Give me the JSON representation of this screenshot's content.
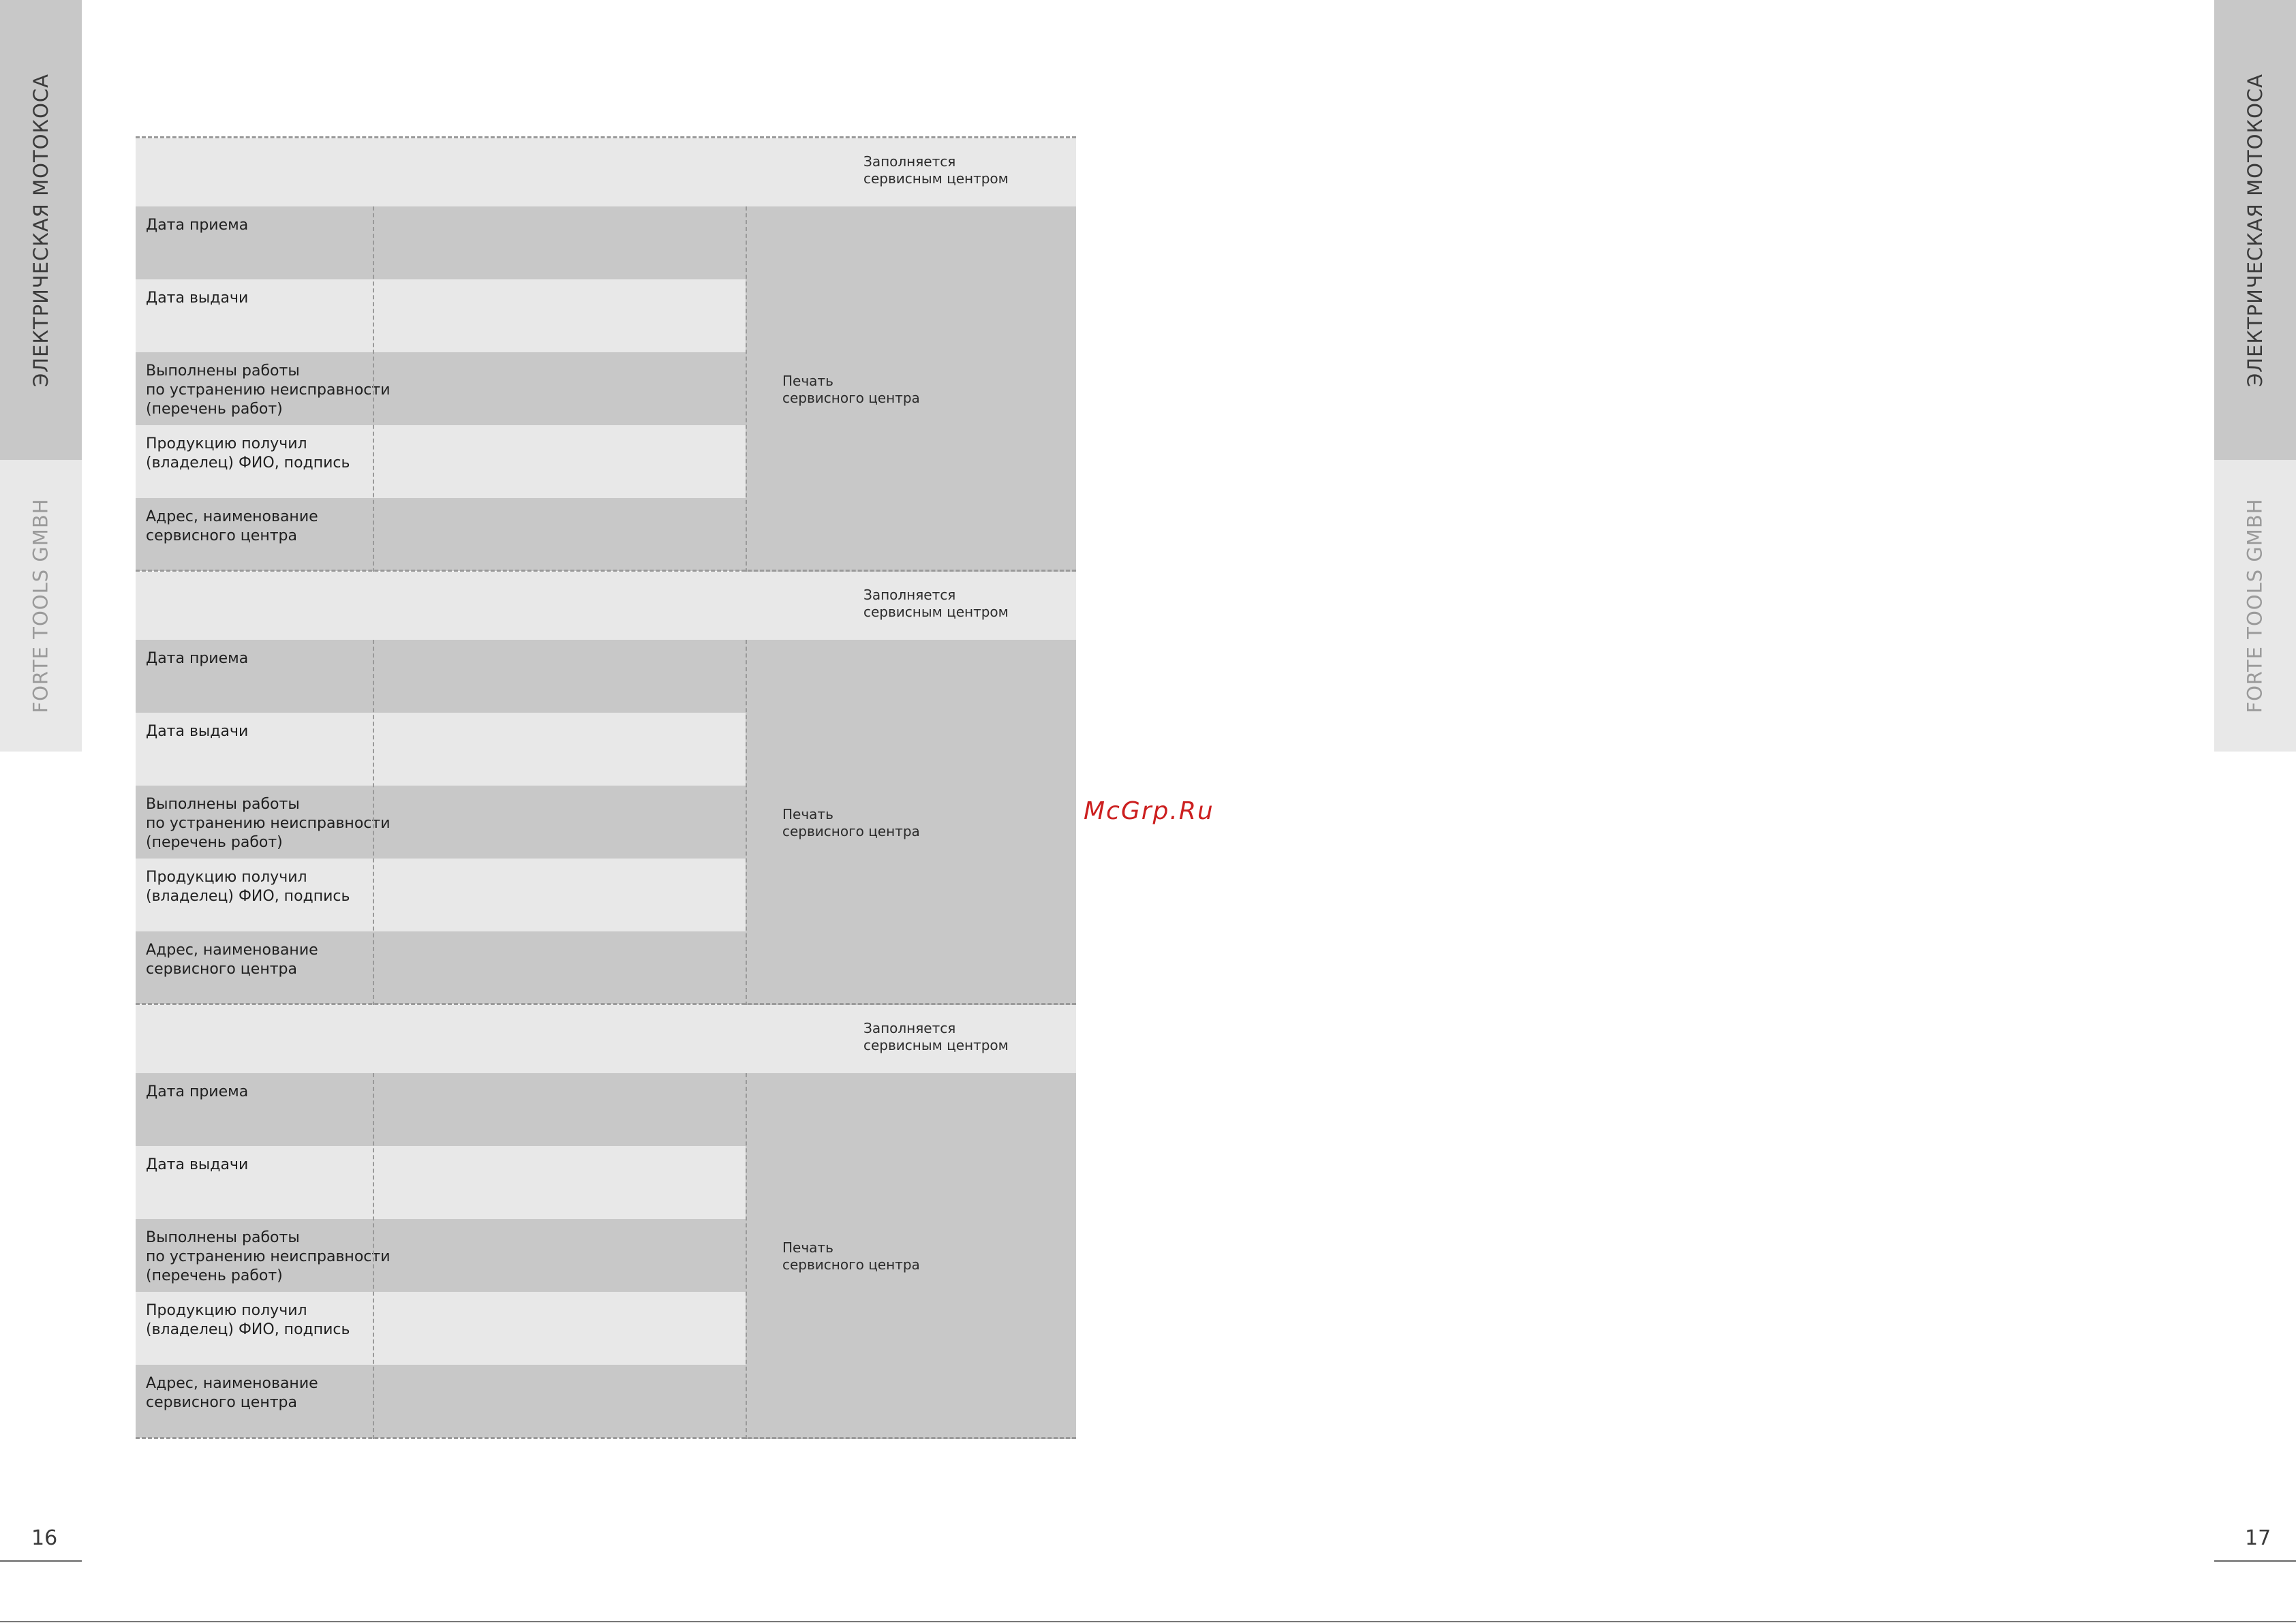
{
  "sidebar": {
    "product_title": "ЭЛЕКТРИЧЕСКАЯ МОТОКОСА",
    "brand": "FORTE TOOLS GMBH"
  },
  "pages": {
    "left_number": "16",
    "right_number": "17"
  },
  "watermark": "McGrp.Ru",
  "cards": [
    {
      "header_note": "Заполняется\nсервисным центром",
      "rows": [
        {
          "label": "Дата приема"
        },
        {
          "label": "Дата выдачи"
        },
        {
          "label": "Выполнены работы\nпо устранению неисправности\n(перечень работ)"
        },
        {
          "label": "Продукцию получил\n(владелец) ФИО, подпись"
        },
        {
          "label": "Адрес, наименование\nсервисного центра"
        }
      ],
      "stamp_label": "Печать\nсервисного центра"
    },
    {
      "header_note": "Заполняется\nсервисным центром",
      "rows": [
        {
          "label": "Дата приема"
        },
        {
          "label": "Дата выдачи"
        },
        {
          "label": "Выполнены работы\nпо устранению неисправности\n(перечень работ)"
        },
        {
          "label": "Продукцию получил\n(владелец) ФИО, подпись"
        },
        {
          "label": "Адрес, наименование\nсервисного центра"
        }
      ],
      "stamp_label": "Печать\nсервисного центра"
    },
    {
      "header_note": "Заполняется\nсервисным центром",
      "rows": [
        {
          "label": "Дата приема"
        },
        {
          "label": "Дата выдачи"
        },
        {
          "label": "Выполнены работы\nпо устранению неисправности\n(перечень работ)"
        },
        {
          "label": "Продукцию получил\n(владелец) ФИО, подпись"
        },
        {
          "label": "Адрес, наименование\nсервисного центра"
        }
      ],
      "stamp_label": "Печать\nсервисного центра"
    }
  ]
}
